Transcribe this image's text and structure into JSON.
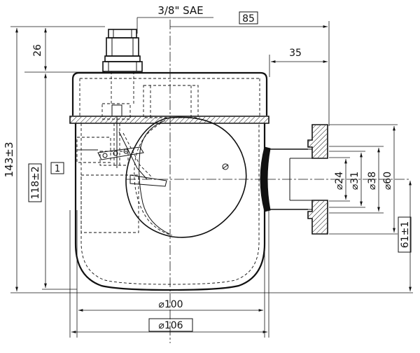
{
  "drawing": {
    "thread_label": "3/8\" SAE",
    "dimensions": {
      "top_ref": "85",
      "fitting_height": "26",
      "inlet_offset": "35",
      "overall_height": "143±3",
      "body_height": "118±2",
      "item_number": "1",
      "d_inner": "⌀24",
      "d_bore": "⌀31",
      "d_hub": "⌀38",
      "d_flange": "⌀60",
      "inlet_height": "61±1",
      "body_diameter": "⌀100",
      "outer_diameter": "⌀106"
    }
  }
}
